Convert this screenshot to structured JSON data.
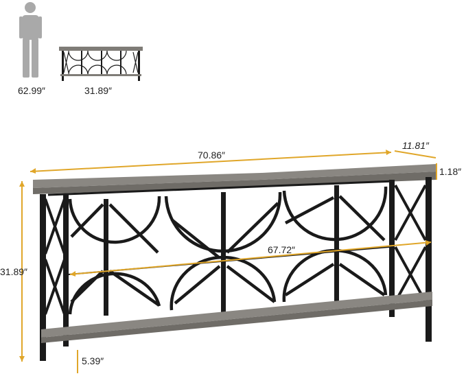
{
  "colors": {
    "wood": "#8a8782",
    "wood_dark": "#6f6c67",
    "metal": "#1a1a1a",
    "dimension_line": "#e0a629",
    "person": "#a9a9a9"
  },
  "scale_reference": {
    "person_height": "62.99″",
    "table_height": "31.89″"
  },
  "dimensions": {
    "length": "70.86″",
    "depth": "11.81″",
    "top_thickness": "1.18″",
    "height": "31.89″",
    "inner_length": "67.72″",
    "ground_clearance": "5.39″"
  }
}
